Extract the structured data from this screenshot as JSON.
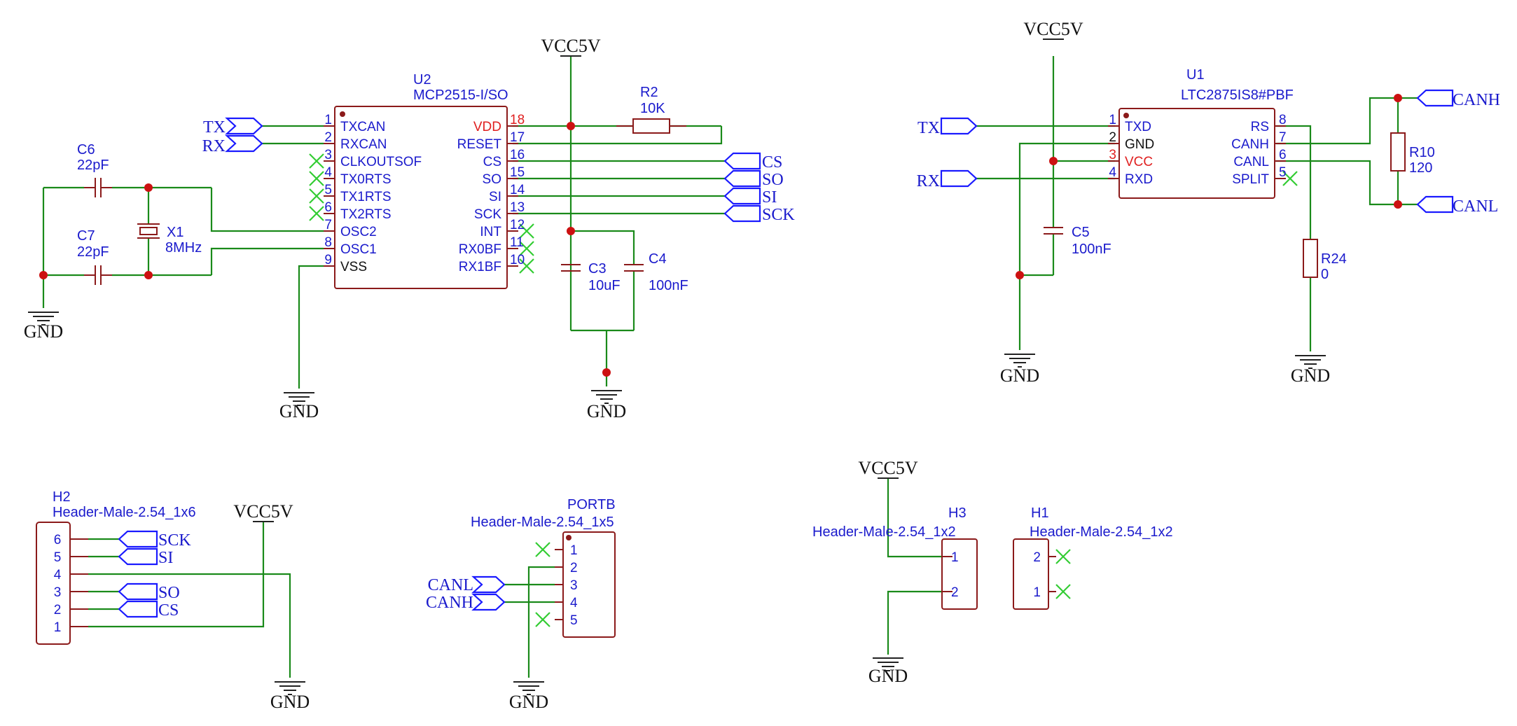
{
  "power": {
    "vcc": "VCC5V",
    "gnd": "GND"
  },
  "u2": {
    "ref": "U2",
    "value": "MCP2515-I/SO",
    "left_pins": [
      {
        "num": "1",
        "name": "TXCAN"
      },
      {
        "num": "2",
        "name": "RXCAN"
      },
      {
        "num": "3",
        "name": "CLKOUTSOF"
      },
      {
        "num": "4",
        "name": "TX0RTS"
      },
      {
        "num": "5",
        "name": "TX1RTS"
      },
      {
        "num": "6",
        "name": "TX2RTS"
      },
      {
        "num": "7",
        "name": "OSC2"
      },
      {
        "num": "8",
        "name": "OSC1"
      },
      {
        "num": "9",
        "name": "VSS"
      }
    ],
    "right_pins": [
      {
        "num": "18",
        "name": "VDD"
      },
      {
        "num": "17",
        "name": "RESET"
      },
      {
        "num": "16",
        "name": "CS"
      },
      {
        "num": "15",
        "name": "SO"
      },
      {
        "num": "14",
        "name": "SI"
      },
      {
        "num": "13",
        "name": "SCK"
      },
      {
        "num": "12",
        "name": "INT"
      },
      {
        "num": "11",
        "name": "RX0BF"
      },
      {
        "num": "10",
        "name": "RX1BF"
      }
    ]
  },
  "u1": {
    "ref": "U1",
    "value": "LTC2875IS8#PBF",
    "left_pins": [
      {
        "num": "1",
        "name": "TXD"
      },
      {
        "num": "2",
        "name": "GND"
      },
      {
        "num": "3",
        "name": "VCC"
      },
      {
        "num": "4",
        "name": "RXD"
      }
    ],
    "right_pins": [
      {
        "num": "8",
        "name": "RS"
      },
      {
        "num": "7",
        "name": "CANH"
      },
      {
        "num": "6",
        "name": "CANL"
      },
      {
        "num": "5",
        "name": "SPLIT"
      }
    ]
  },
  "passives": {
    "c6": {
      "ref": "C6",
      "value": "22pF"
    },
    "c7": {
      "ref": "C7",
      "value": "22pF"
    },
    "x1": {
      "ref": "X1",
      "value": "8MHz"
    },
    "r2": {
      "ref": "R2",
      "value": "10K"
    },
    "c3": {
      "ref": "C3",
      "value": "10uF"
    },
    "c4": {
      "ref": "C4",
      "value": "100nF"
    },
    "c5": {
      "ref": "C5",
      "value": "100nF"
    },
    "r10": {
      "ref": "R10",
      "value": "120"
    },
    "r24": {
      "ref": "R24",
      "value": "0"
    }
  },
  "nets": {
    "tx": "TX",
    "rx": "RX",
    "cs": "CS",
    "so": "SO",
    "si": "SI",
    "sck": "SCK",
    "canh": "CANH",
    "canl": "CANL"
  },
  "headers": {
    "h2": {
      "ref": "H2",
      "value": "Header-Male-2.54_1x6",
      "pins": [
        "6",
        "5",
        "4",
        "3",
        "2",
        "1"
      ]
    },
    "portb": {
      "ref": "PORTB",
      "value": "Header-Male-2.54_1x5",
      "pins": [
        "1",
        "2",
        "3",
        "4",
        "5"
      ]
    },
    "h3": {
      "ref": "H3",
      "value": "Header-Male-2.54_1x2",
      "pins": [
        "1",
        "2"
      ]
    },
    "h1": {
      "ref": "H1",
      "value": "Header-Male-2.54_1x2",
      "pins": [
        "2",
        "1"
      ]
    }
  },
  "colors": {
    "wire": "#1a8a1a",
    "component": "#8b1a1a",
    "net_label": "#1a1aff",
    "junction": "#cc1111",
    "no_connect": "#33cc33",
    "power_pin": "#e02020"
  }
}
